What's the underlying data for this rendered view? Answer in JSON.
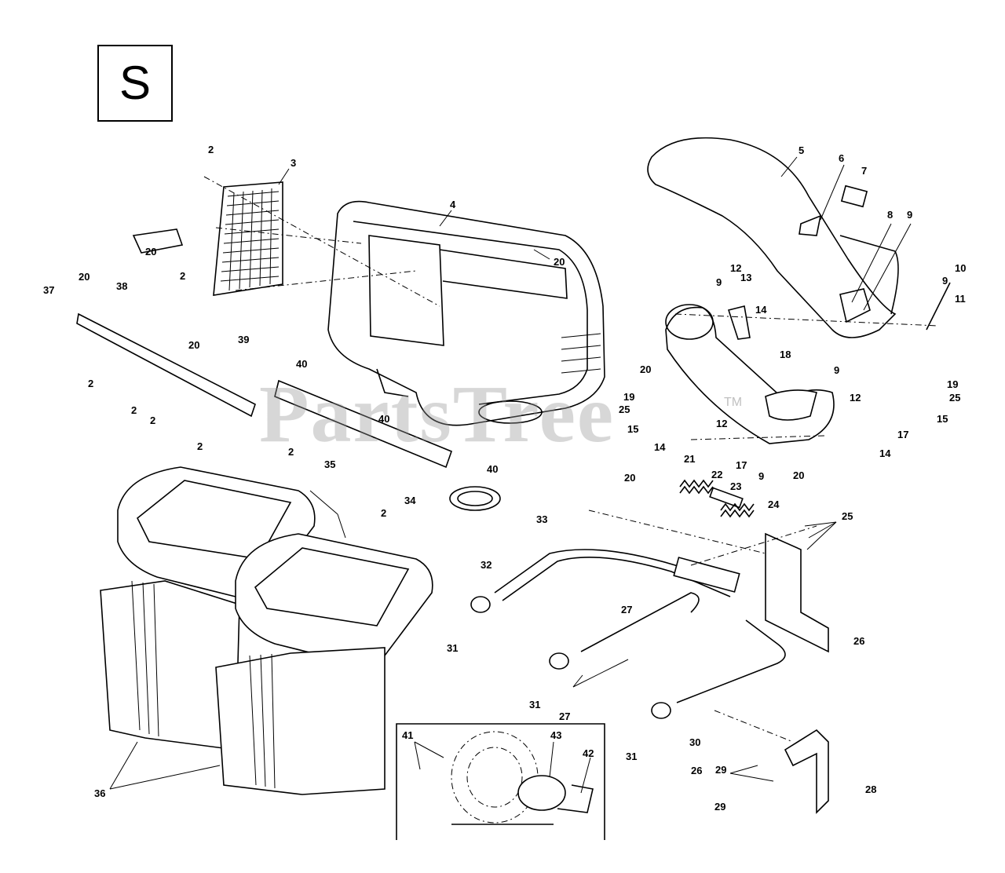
{
  "section": {
    "letter": "S"
  },
  "watermark": {
    "text": "PartsTree",
    "tm": "TM"
  },
  "labels": [
    {
      "id": "l-2a",
      "text": "2"
    },
    {
      "id": "l-3",
      "text": "3"
    },
    {
      "id": "l-4",
      "text": "4"
    },
    {
      "id": "l-5",
      "text": "5"
    },
    {
      "id": "l-6",
      "text": "6"
    },
    {
      "id": "l-7",
      "text": "7"
    },
    {
      "id": "l-8",
      "text": "8"
    },
    {
      "id": "l-9a",
      "text": "9"
    },
    {
      "id": "l-10",
      "text": "10"
    },
    {
      "id": "l-9b",
      "text": "9"
    },
    {
      "id": "l-11",
      "text": "11"
    },
    {
      "id": "l-20a",
      "text": "20"
    },
    {
      "id": "l-20b",
      "text": "20"
    },
    {
      "id": "l-20c",
      "text": "20"
    },
    {
      "id": "l-38",
      "text": "38"
    },
    {
      "id": "l-37",
      "text": "37"
    },
    {
      "id": "l-2b",
      "text": "2"
    },
    {
      "id": "l-2c",
      "text": "2"
    },
    {
      "id": "l-2d",
      "text": "2"
    },
    {
      "id": "l-2e",
      "text": "2"
    },
    {
      "id": "l-2f",
      "text": "2"
    },
    {
      "id": "l-20d",
      "text": "20"
    },
    {
      "id": "l-39",
      "text": "39"
    },
    {
      "id": "l-40a",
      "text": "40"
    },
    {
      "id": "l-40b",
      "text": "40"
    },
    {
      "id": "l-40c",
      "text": "40"
    },
    {
      "id": "l-2g",
      "text": "2"
    },
    {
      "id": "l-2h",
      "text": "2"
    },
    {
      "id": "l-34",
      "text": "34"
    },
    {
      "id": "l-35",
      "text": "35"
    },
    {
      "id": "l-9c",
      "text": "9"
    },
    {
      "id": "l-12a",
      "text": "12"
    },
    {
      "id": "l-13",
      "text": "13"
    },
    {
      "id": "l-14a",
      "text": "14"
    },
    {
      "id": "l-20e",
      "text": "20"
    },
    {
      "id": "l-18",
      "text": "18"
    },
    {
      "id": "l-19a",
      "text": "19"
    },
    {
      "id": "l-25a",
      "text": "25"
    },
    {
      "id": "l-15a",
      "text": "15"
    },
    {
      "id": "l-9d",
      "text": "9"
    },
    {
      "id": "l-12b",
      "text": "12"
    },
    {
      "id": "l-19b",
      "text": "19"
    },
    {
      "id": "l-25b",
      "text": "25"
    },
    {
      "id": "l-15b",
      "text": "15"
    },
    {
      "id": "l-17a",
      "text": "17"
    },
    {
      "id": "l-14b",
      "text": "14"
    },
    {
      "id": "l-12c",
      "text": "12"
    },
    {
      "id": "l-14c",
      "text": "14"
    },
    {
      "id": "l-17b",
      "text": "17"
    },
    {
      "id": "l-9e",
      "text": "9"
    },
    {
      "id": "l-20f",
      "text": "20"
    },
    {
      "id": "l-20g",
      "text": "20"
    },
    {
      "id": "l-21",
      "text": "21"
    },
    {
      "id": "l-22",
      "text": "22"
    },
    {
      "id": "l-23",
      "text": "23"
    },
    {
      "id": "l-24",
      "text": "24"
    },
    {
      "id": "l-25c",
      "text": "25"
    },
    {
      "id": "l-33",
      "text": "33"
    },
    {
      "id": "l-32",
      "text": "32"
    },
    {
      "id": "l-27a",
      "text": "27"
    },
    {
      "id": "l-31a",
      "text": "31"
    },
    {
      "id": "l-31b",
      "text": "31"
    },
    {
      "id": "l-27b",
      "text": "27"
    },
    {
      "id": "l-26a",
      "text": "26"
    },
    {
      "id": "l-31c",
      "text": "31"
    },
    {
      "id": "l-30",
      "text": "30"
    },
    {
      "id": "l-26b",
      "text": "26"
    },
    {
      "id": "l-29a",
      "text": "29"
    },
    {
      "id": "l-28",
      "text": "28"
    },
    {
      "id": "l-29b",
      "text": "29"
    },
    {
      "id": "l-36",
      "text": "36"
    },
    {
      "id": "l-41",
      "text": "41"
    },
    {
      "id": "l-43",
      "text": "43"
    },
    {
      "id": "l-42",
      "text": "42"
    }
  ]
}
